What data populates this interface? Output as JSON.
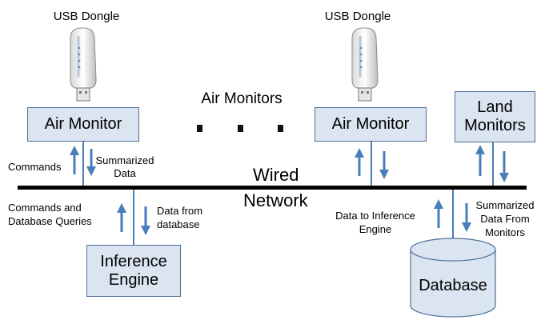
{
  "diagram": {
    "usb_dongle_left": "USB Dongle",
    "usb_dongle_right": "USB Dongle",
    "air_monitors_label": "Air Monitors",
    "air_monitor_left": "Air Monitor",
    "air_monitor_right": "Air Monitor",
    "land_monitors": "Land Monitors",
    "wired_network_1": "Wired",
    "wired_network_2": "Network",
    "commands": "Commands",
    "summarized_data": "Summarized Data",
    "commands_and_queries": "Commands and Database Queries",
    "data_from_database": "Data from database",
    "inference_engine": "Inference Engine",
    "data_to_inference_engine": "Data to Inference Engine",
    "summarized_data_from_monitors": "Summarized Data From Monitors",
    "database": "Database"
  },
  "colors": {
    "box_fill": "#dbe5f1",
    "box_border": "#4f6f9a",
    "arrow": "#4a7ebb",
    "network_line": "#000000"
  }
}
